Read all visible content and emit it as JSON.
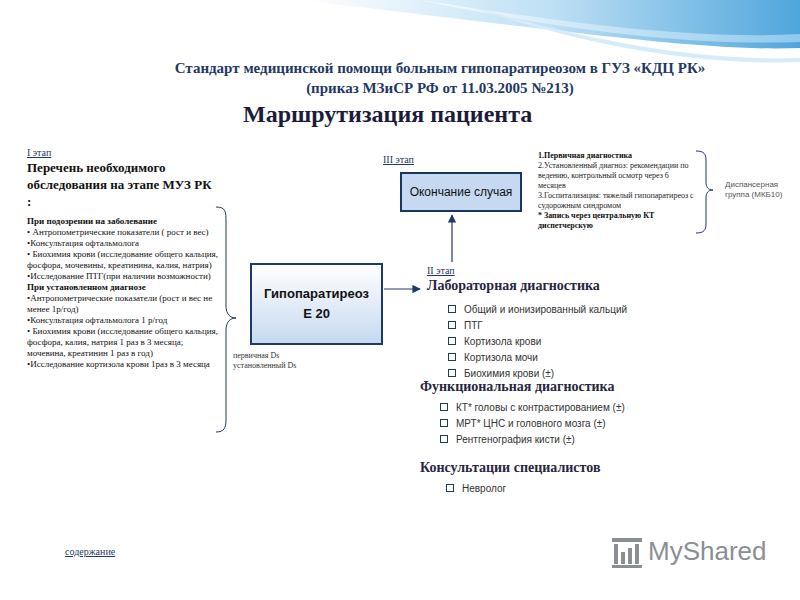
{
  "diagram": {
    "title": "Стандарт медицинской помощи больным гипопаратиреозом в ГУЗ «КДЦ РК» (приказ МЗиСР РФ от 11.03.2005 №213)",
    "nodes": [
      {
        "text": [
          "Окончание случая"
        ]
      },
      {
        "text": [
          "Гипопаратиреоз",
          "Е 20"
        ]
      }
    ],
    "labels": [
      "Маршрутизация пациента",
      "I этап",
      "Перечень необходимого обследования на этапе МУЗ РК :",
      "При подозрении на заболевание",
      "• Антропометрические показатели ( рост и вес)",
      "•Консультация офтальмолога",
      "• Биохимия крови (исследование общего кальция, фосфора, мочевины, креатинина, калия, натрия)",
      "•Исследование ПТГ(при наличии возможности)",
      "При установленном диагнозе",
      "•Антропометрические показатели (рост и вес не менее 1р/год)",
      "•Консультация офтальмолога 1 р/год",
      "• Биохимия крови (исследование общего кальция, фосфора, калия, натрия 1 раз в 3 месяца; мочевина, креатинин 1 раз в год)",
      "•Исследование кортизола крови 1раз в 3 месяца",
      "первичная Ds",
      "установленный Ds",
      "III этап",
      "1.Первичная диагностика",
      "2.Установленный диагноз: рекомендации по ведению, контрольный осмотр через 6 месяцев",
      "3.Госпитализация: тяжелый гипопаратиреоз с судорожным синдромом",
      "* Запись через центральную КТ диспетчерскую",
      "Диспансерная группа (МКБ10)",
      "II этап",
      "Лабораторная диагностика",
      "Общий и ионизированный кальций",
      "ПТГ",
      "Кортизола крови",
      "Кортизола мочи",
      "Биохимия крови (±)",
      "Функциональная диагностика",
      "КТ* головы с контрастированием (±)",
      "МРТ* ЦНС и головного мозга (±)",
      "Рентгенография кисти (±)",
      "Консультации специалистов",
      "Невролог",
      "содержание",
      "MyShared"
    ]
  }
}
